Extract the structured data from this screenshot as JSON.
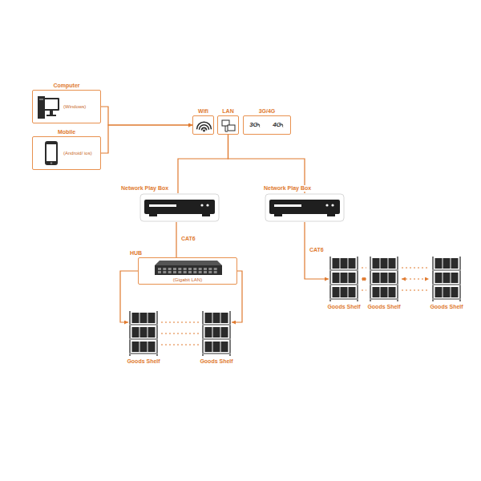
{
  "diagram": {
    "nodes": [
      {
        "text": [
          "Computer",
          "(Windows)"
        ]
      },
      {
        "text": [
          "Mobile",
          "(Android/ ios)"
        ]
      },
      {
        "text": [
          "Wifi"
        ]
      },
      {
        "text": [
          "LAN"
        ]
      },
      {
        "text": [
          "3G/4G",
          "3G",
          "4G"
        ]
      },
      {
        "text": [
          "Network Play Box"
        ]
      },
      {
        "text": [
          "Network Play Box"
        ]
      },
      {
        "text": [
          "HUB",
          "(Gigabit LAN)"
        ]
      },
      {
        "text": [
          "Goods Shelf"
        ]
      },
      {
        "text": [
          "Goods Shelf"
        ]
      },
      {
        "text": [
          "Goods Shelf"
        ]
      },
      {
        "text": [
          "Goods Shelf"
        ]
      },
      {
        "text": [
          "Goods Shelf"
        ]
      }
    ],
    "edges": [
      {
        "from": 0,
        "to": 2,
        "arrow": "to"
      },
      {
        "from": 1,
        "to": 2,
        "arrow": "to"
      },
      {
        "from": 3,
        "to": 5,
        "arrow": "none"
      },
      {
        "from": 3,
        "to": 6,
        "arrow": "none"
      },
      {
        "from": 5,
        "to": 7,
        "label": "CAT6",
        "arrow": "none"
      },
      {
        "from": 7,
        "to": 8,
        "arrow": "to"
      },
      {
        "from": 7,
        "to": 9,
        "arrow": "to"
      },
      {
        "from": 8,
        "to": 9,
        "arrow": "none"
      },
      {
        "from": 6,
        "to": 10,
        "label": "CAT6",
        "arrow": "to"
      },
      {
        "from": 10,
        "to": 11,
        "arrow": "both"
      },
      {
        "from": 11,
        "to": 12,
        "arrow": "both"
      }
    ]
  }
}
